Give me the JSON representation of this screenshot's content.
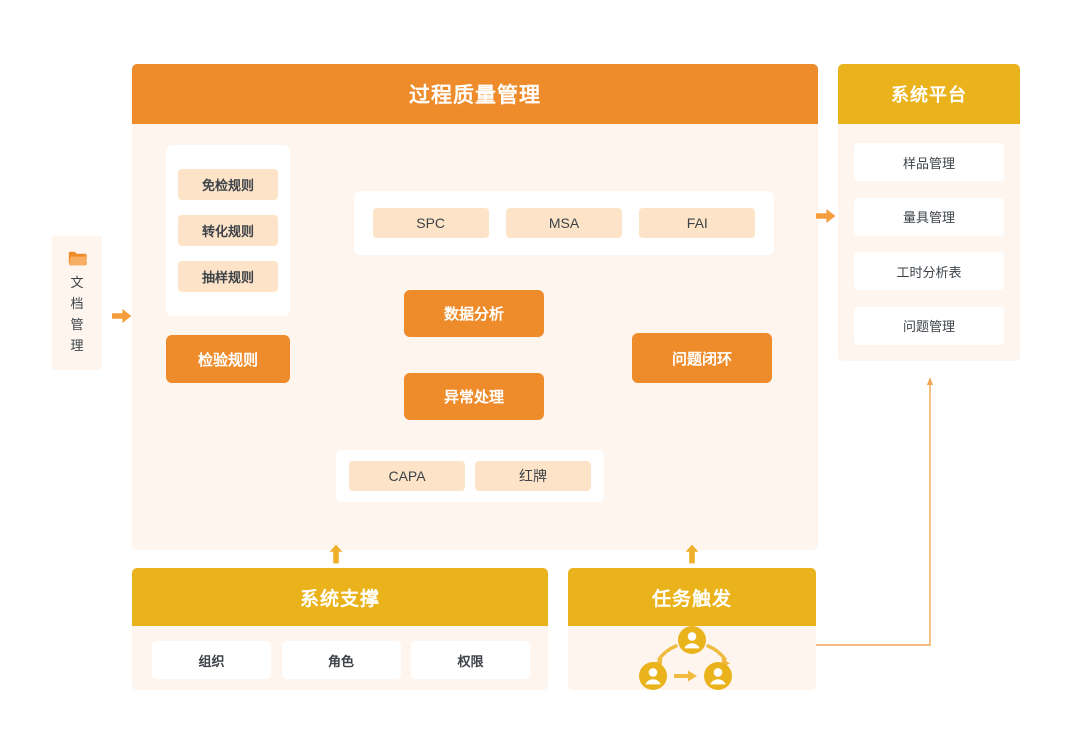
{
  "doc_rail": {
    "icon": "folder-icon",
    "label": "文档管理",
    "chars": [
      "文",
      "档",
      "管",
      "理"
    ]
  },
  "main": {
    "title": "过程质量管理",
    "rules_card": {
      "items": [
        {
          "label": "免检规则"
        },
        {
          "label": "转化规则"
        },
        {
          "label": "抽样规则"
        }
      ]
    },
    "inspection_rule": {
      "label": "检验规则"
    },
    "tools_card": {
      "items": [
        {
          "label": "SPC"
        },
        {
          "label": "MSA"
        },
        {
          "label": "FAI"
        }
      ]
    },
    "process": {
      "data_analysis": "数据分析",
      "exception_handling": "异常处理",
      "issue_closeloop": "问题闭环"
    },
    "capa_card": {
      "items": [
        {
          "label": "CAPA"
        },
        {
          "label": "红牌"
        }
      ]
    }
  },
  "support": {
    "title": "系统支撑",
    "items": [
      {
        "label": "组织"
      },
      {
        "label": "角色"
      },
      {
        "label": "权限"
      }
    ]
  },
  "trigger": {
    "title": "任务触发",
    "graphic": "three-users-flow-icon"
  },
  "platform": {
    "title": "系统平台",
    "items": [
      {
        "label": "样品管理"
      },
      {
        "label": "量具管理"
      },
      {
        "label": "工时分析表"
      },
      {
        "label": "问题管理"
      }
    ]
  },
  "arrows": {
    "doc_to_main": "arrow-right-icon",
    "main_to_platform": "arrow-right-icon",
    "support_to_main": "arrow-up-icon",
    "trigger_to_main": "arrow-up-icon",
    "trigger_to_platform": "arrow-up-icon"
  },
  "colors": {
    "orange": "#ee8c2c",
    "yellow": "#eab31c",
    "peach": "#fde3c7",
    "panel_bg": "#fdf5ee",
    "white": "#ffffff",
    "connector": "#f2a552",
    "text": "#3d4349"
  }
}
